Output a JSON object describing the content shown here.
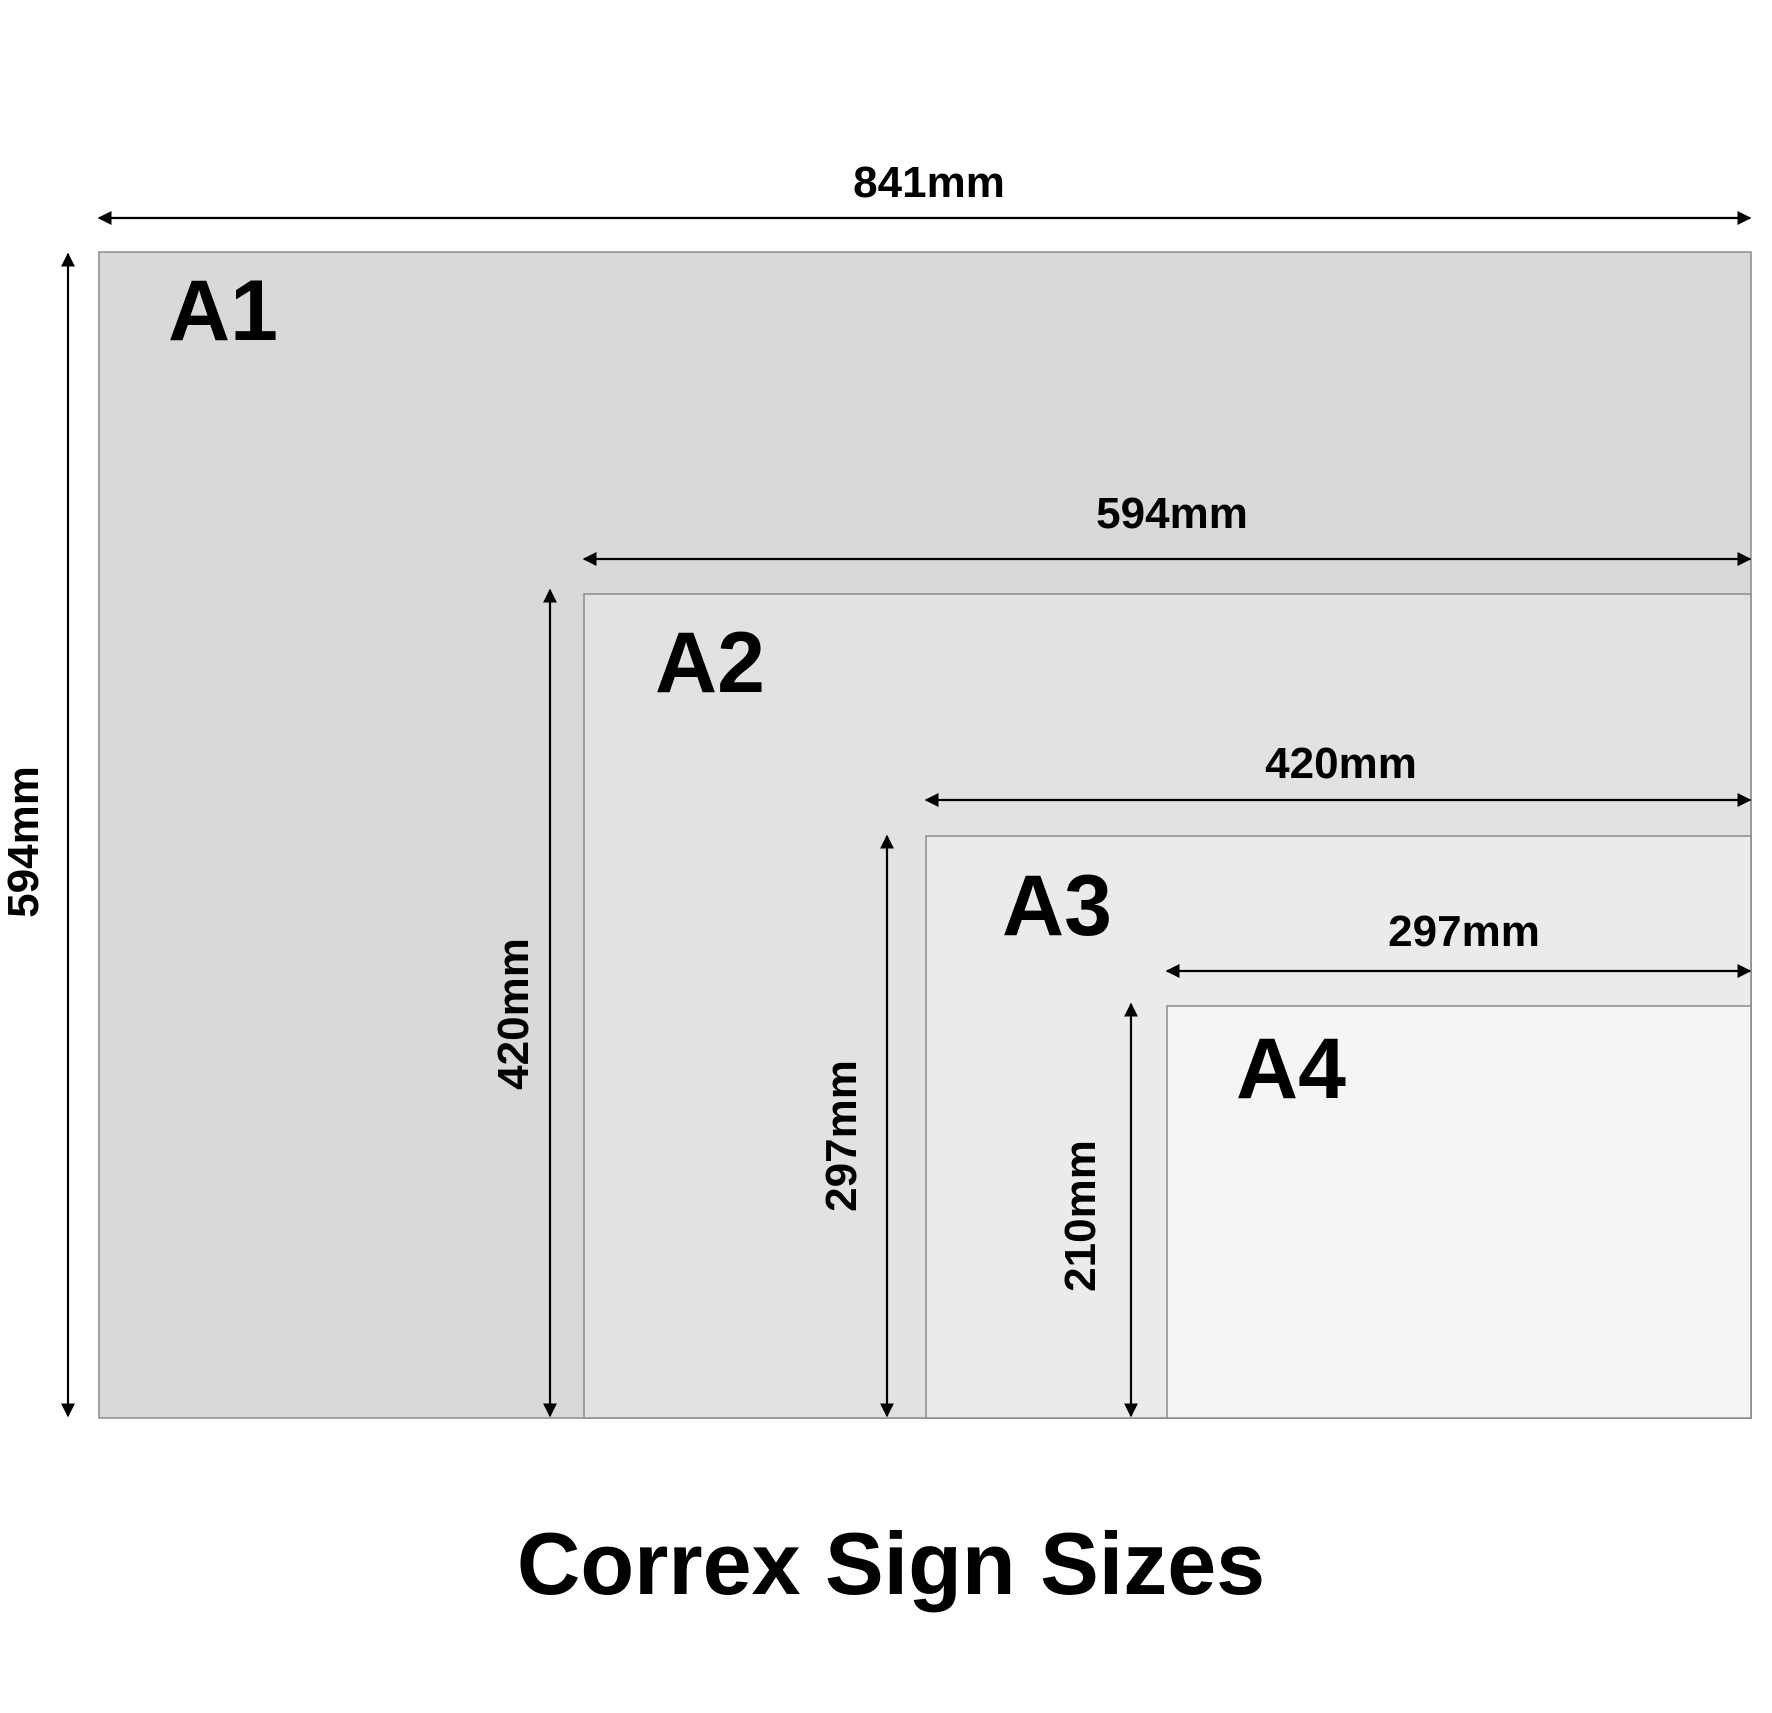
{
  "title": "Correx Sign Sizes",
  "colors": {
    "a1_fill": "#d9d9d9",
    "a2_fill": "#e2e2e2",
    "a3_fill": "#ebebeb",
    "a4_fill": "#f5f5f5",
    "border": "#8a8a8a",
    "ink": "#000000",
    "background": "#ffffff"
  },
  "sheets": [
    {
      "name": "A1",
      "width_label": "841mm",
      "height_label": "594mm",
      "width_mm": 841,
      "height_mm": 594
    },
    {
      "name": "A2",
      "width_label": "594mm",
      "height_label": "420mm",
      "width_mm": 594,
      "height_mm": 420
    },
    {
      "name": "A3",
      "width_label": "420mm",
      "height_label": "297mm",
      "width_mm": 420,
      "height_mm": 297
    },
    {
      "name": "A4",
      "width_label": "297mm",
      "height_label": "210mm",
      "width_mm": 297,
      "height_mm": 210
    }
  ]
}
